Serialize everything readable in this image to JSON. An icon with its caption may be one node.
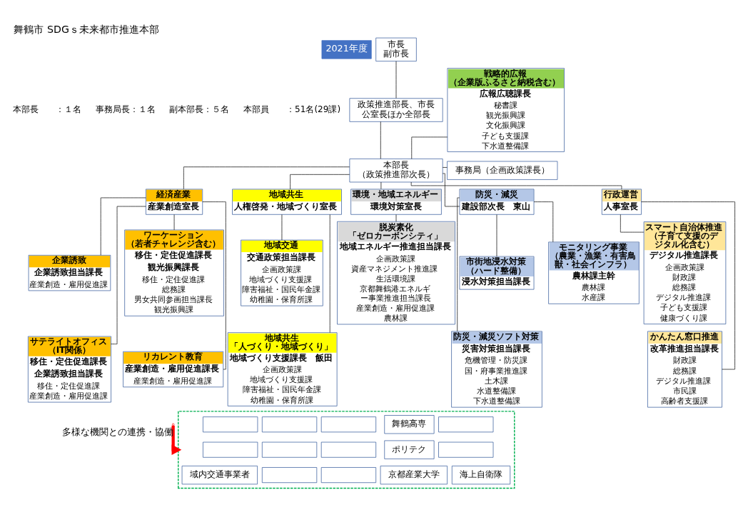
{
  "diagram": {
    "title": "舞鶴市 SDGｓ未来都市推進本部",
    "nodes": [
      {
        "text": [
          "市長",
          "副市長"
        ]
      },
      {
        "text": [
          "政策推進部長、市長公室長ほか全部長"
        ]
      },
      {
        "text": [
          "本部長",
          "（政策推進部次長）"
        ]
      },
      {
        "text": [
          "事務局（企画政策課長）"
        ]
      },
      {
        "text": [
          "戦略的広報（企業版ふるさと納税含む）",
          "広報広聴課長",
          "秘書課",
          "観光振興課",
          "文化振興課",
          "子ども支援課",
          "下水道整備課"
        ]
      },
      {
        "text": [
          "経済産業",
          "産業創造室長"
        ]
      },
      {
        "text": [
          "企業誘致",
          "企業誘致担当課長",
          "産業創造・雇用促進課"
        ]
      },
      {
        "text": [
          "サテライトオフィス（IT関係）",
          "移住・定住促進課長",
          "企業誘致担当課長",
          "移住・定住促進課",
          "産業創造・雇用促進課"
        ]
      },
      {
        "text": [
          "ワーケーション（若者チャレンジ含む）",
          "移住・定住促進課長",
          "観光振興課長",
          "移住・定住促進課",
          "総務課",
          "男女共同参画担当課長",
          "観光振興課"
        ]
      },
      {
        "text": [
          "リカレント教育",
          "産業創造・雇用促進課長",
          "産業創造・雇用促進課"
        ]
      },
      {
        "text": [
          "地域共生",
          "人権啓発・地域づくり室長"
        ]
      },
      {
        "text": [
          "地域交通",
          "交通政策担当課長",
          "企画政策課",
          "地域づくり支援課",
          "障害福祉・国民年金課",
          "幼稚園・保育所課"
        ]
      },
      {
        "text": [
          "地域共生「人づくり・地域づくり」",
          "地域づくり支援課長　飯田",
          "企画政策課",
          "地域づくり支援課",
          "障害福祉・国民年金課",
          "幼稚園・保育所課"
        ]
      },
      {
        "text": [
          "環境・地域エネルギー",
          "環境対策室長"
        ]
      },
      {
        "text": [
          "脱炭素化「ゼロカーボンシティ」",
          "地域エネルギー推進担当課長",
          "企画政策課",
          "資産マネジメント推進課",
          "生活環境課",
          "京都舞鶴港エネルギー事業推進担当課長",
          "産業創造・雇用促進課",
          "農林課"
        ]
      },
      {
        "text": [
          "防災・減災",
          "建設部次長　東山"
        ]
      },
      {
        "text": [
          "市街地浸水対策（ハード整備）",
          "浸水対策担当課長"
        ]
      },
      {
        "text": [
          "防災・減災ソフト対策",
          "災害対策担当課長",
          "危機管理・防災課",
          "国・府事業推進課",
          "土木課",
          "水道整備課",
          "下水道整備課"
        ]
      },
      {
        "text": [
          "モニタリング事業（農業・漁業・有害鳥獣・社会インフラ）",
          "農林課主幹",
          "農林課",
          "水産課"
        ]
      },
      {
        "text": [
          "行政運営",
          "人事室長"
        ]
      },
      {
        "text": [
          "スマート自治体推進（子育て支援のデジタル化含む）",
          "デジタル推進課長",
          "企画政策課",
          "財政課",
          "総務課",
          "デジタル推進課",
          "子ども支援課",
          "健康づくり課"
        ]
      },
      {
        "text": [
          "かんたん窓口推進",
          "改革推進担当課長",
          "財政課",
          "総務課",
          "デジタル推進課",
          "市民課",
          "高齢者支援課"
        ]
      },
      {
        "text": [],
        "shape": "box"
      },
      {
        "text": [],
        "shape": "box",
        "in": 22
      },
      {
        "text": [],
        "shape": "box",
        "in": 22
      },
      {
        "text": [],
        "shape": "box",
        "in": 22
      },
      {
        "text": [
          "舞鶴高専"
        ],
        "in": 22
      },
      {
        "text": [],
        "shape": "box",
        "in": 22
      },
      {
        "text": [],
        "shape": "box",
        "in": 22
      },
      {
        "text": [],
        "shape": "box",
        "in": 22
      },
      {
        "text": [],
        "shape": "box",
        "in": 22
      },
      {
        "text": [
          "ポリテク"
        ],
        "in": 22
      },
      {
        "text": [],
        "shape": "box",
        "in": 22
      },
      {
        "text": [],
        "shape": "box",
        "in": 22
      },
      {
        "text": [],
        "shape": "box",
        "in": 22
      },
      {
        "text": [
          "域内交通事業者"
        ],
        "in": 22
      },
      {
        "text": [
          "京都産業大学"
        ],
        "in": 22
      },
      {
        "text": [
          "海上自衛隊"
        ],
        "in": 22
      }
    ],
    "edges": [
      {
        "from": 0,
        "to": 1,
        "arrow": "none"
      },
      {
        "from": 1,
        "to": 2,
        "arrow": "none"
      },
      {
        "from": 2,
        "to": 3,
        "arrow": "none"
      },
      {
        "from": 2,
        "to": 4,
        "arrow": "none"
      },
      {
        "from": 2,
        "to": 5,
        "arrow": "none"
      },
      {
        "from": 2,
        "to": 10,
        "arrow": "none"
      },
      {
        "from": 2,
        "to": 13,
        "arrow": "none"
      },
      {
        "from": 2,
        "to": 15,
        "arrow": "none"
      },
      {
        "from": 2,
        "to": 19,
        "arrow": "none"
      },
      {
        "from": 5,
        "to": 6,
        "arrow": "none"
      },
      {
        "from": 5,
        "to": 7,
        "arrow": "none"
      },
      {
        "from": 5,
        "to": 8,
        "arrow": "none"
      },
      {
        "from": 5,
        "to": 9,
        "arrow": "none"
      },
      {
        "from": 10,
        "to": 11,
        "arrow": "none"
      },
      {
        "from": 10,
        "to": 12,
        "arrow": "none"
      },
      {
        "from": 13,
        "to": 14,
        "arrow": "none"
      },
      {
        "from": 15,
        "to": 16,
        "arrow": "none"
      },
      {
        "from": 15,
        "to": 17,
        "arrow": "none"
      },
      {
        "from": 15,
        "to": 18,
        "arrow": "none"
      },
      {
        "from": 19,
        "to": 20,
        "arrow": "none"
      },
      {
        "from": 19,
        "to": 21,
        "arrow": "none"
      },
      {
        "from": null,
        "to": 22,
        "arrow": "to",
        "label": "多様な機関との連携・協働",
        "style": "thick",
        "color": "#ff0000"
      }
    ],
    "labels": [
      "2021年度",
      "本部長　　：１名",
      "事務局長：１名",
      "副本部長：５名",
      "本部員　　：51名(29課)"
    ]
  }
}
